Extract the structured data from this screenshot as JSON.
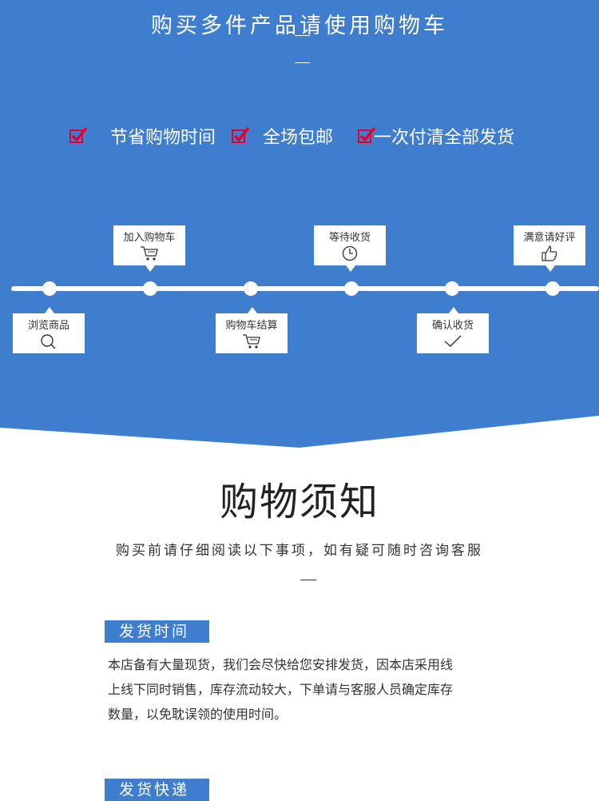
{
  "colors": {
    "primary_blue": "#3f7ecf",
    "check_red": "#e6002d",
    "white": "#ffffff",
    "text_dark": "#333333"
  },
  "header": {
    "title": "购买多件产品请使用购物车",
    "features": [
      {
        "icon": "red-checkbox-icon",
        "label": "节省购物时间"
      },
      {
        "icon": "red-checkbox-icon",
        "label": "全场包邮"
      },
      {
        "icon": "red-checkbox-icon",
        "label": "一次付清全部发货"
      }
    ]
  },
  "steps": [
    {
      "label": "浏览商品",
      "icon": "search-icon"
    },
    {
      "label": "加入购物车",
      "icon": "cart-icon"
    },
    {
      "label": "购物车结算",
      "icon": "cart-icon"
    },
    {
      "label": "等待收货",
      "icon": "clock-icon"
    },
    {
      "label": "确认收货",
      "icon": "checkmark-icon"
    },
    {
      "label": "满意请好评",
      "icon": "thumbs-up-icon"
    }
  ],
  "notice": {
    "title": "购物须知",
    "subtitle": "购买前请仔细阅读以下事项，如有疑可随时咨询客服"
  },
  "sections": [
    {
      "label": "发货时间",
      "lines": [
        "本店备有大量现货，我们会尽快给您安排发货，因本店采用线",
        "上线下同时销售，库存流动较大，下单请与客服人员确定库存",
        "数量，以免耽误领的使用时间。"
      ]
    },
    {
      "label": "发货快递"
    }
  ]
}
